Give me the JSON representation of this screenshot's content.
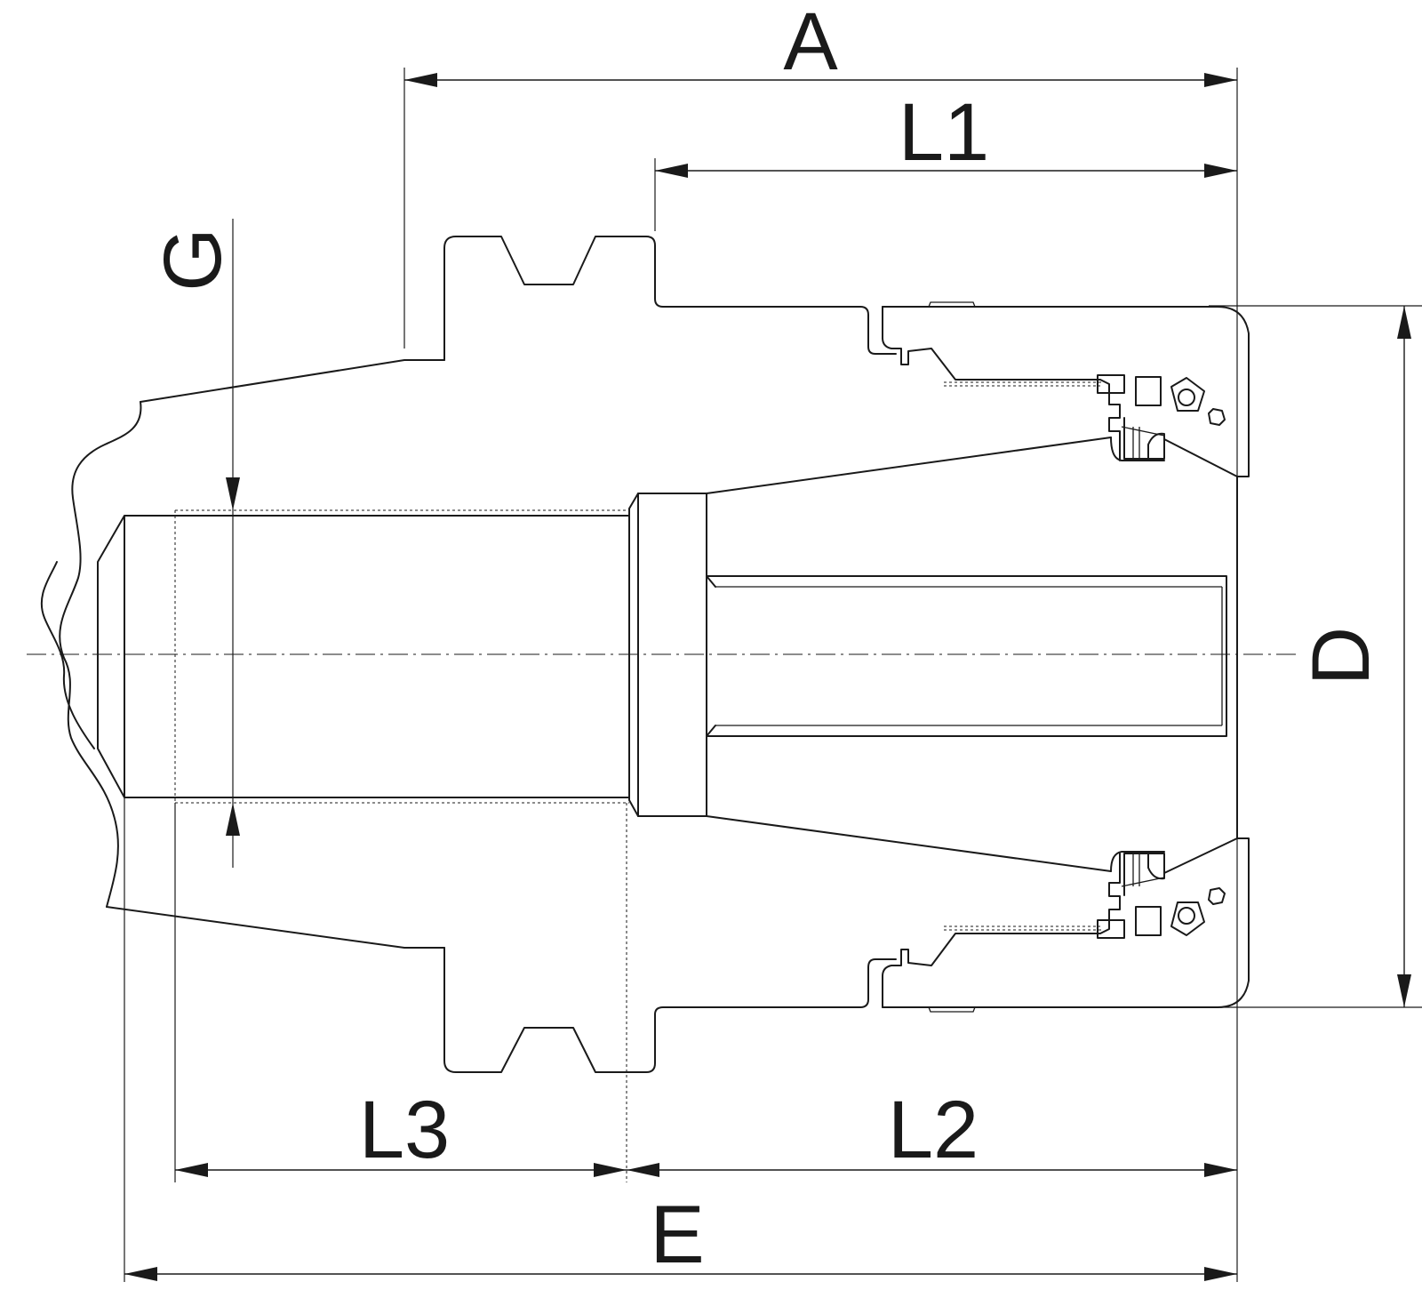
{
  "drawing": {
    "line_color": "#1a1a1a",
    "background": "#ffffff"
  },
  "dimensions": {
    "A": "A",
    "L1": "L1",
    "G": "G",
    "D": "D",
    "L3": "L3",
    "L2": "L2",
    "E": "E"
  }
}
